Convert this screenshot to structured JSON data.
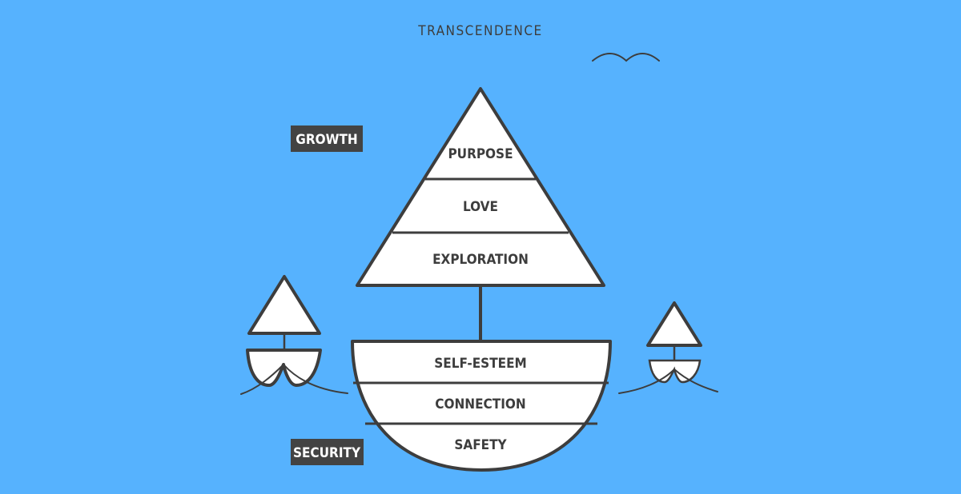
{
  "colors": {
    "background": "#56b2fe",
    "outline": "#3d3d3d",
    "fill": "#ffffff",
    "badge_bg": "#434343",
    "badge_text": "#ffffff"
  },
  "header": {
    "title": "TRANSCENDENCE"
  },
  "labels": {
    "growth": "GROWTH",
    "security": "SECURITY"
  },
  "sail_layers": [
    "PURPOSE",
    "LOVE",
    "EXPLORATION"
  ],
  "hull_layers": [
    "SELF-ESTEEM",
    "CONNECTION",
    "SAFETY"
  ],
  "icons": {
    "bird": "bird-icon",
    "left_boat": "sailboat-icon",
    "right_boat": "sailboat-icon"
  }
}
